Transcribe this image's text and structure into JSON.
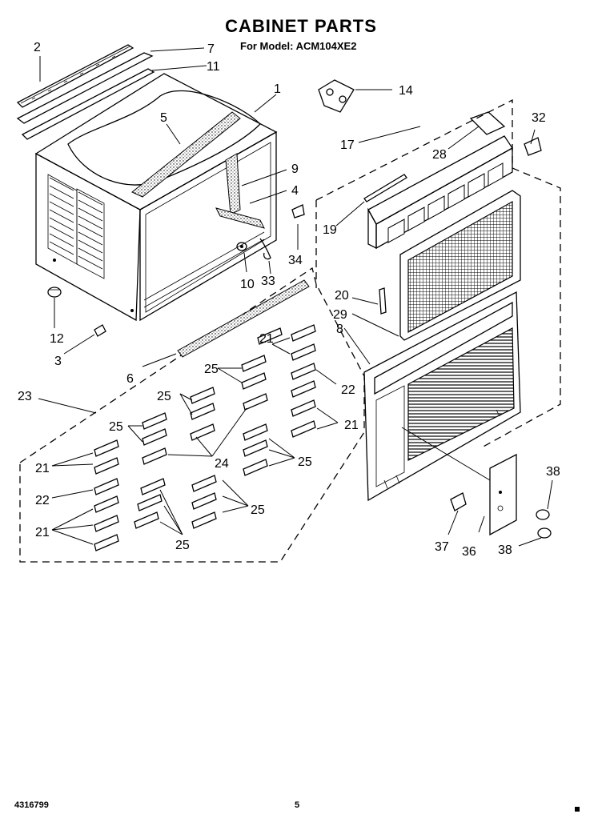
{
  "title": "CABINET PARTS",
  "subtitle": "For Model: ACM104XE2",
  "footer": {
    "doc_number": "4316799",
    "page": "5"
  },
  "callouts": {
    "c1": "1",
    "c2": "2",
    "c3": "3",
    "c4": "4",
    "c5": "5",
    "c6": "6",
    "c7": "7",
    "c8": "8",
    "c9": "9",
    "c10": "10",
    "c11": "11",
    "c12": "12",
    "c14": "14",
    "c17": "17",
    "c19": "19",
    "c20": "20",
    "c21": "21",
    "c22": "22",
    "c23": "23",
    "c24": "24",
    "c25": "25",
    "c28": "28",
    "c29": "29",
    "c32": "32",
    "c33": "33",
    "c34": "34",
    "c36": "36",
    "c37": "37",
    "c38": "38"
  }
}
